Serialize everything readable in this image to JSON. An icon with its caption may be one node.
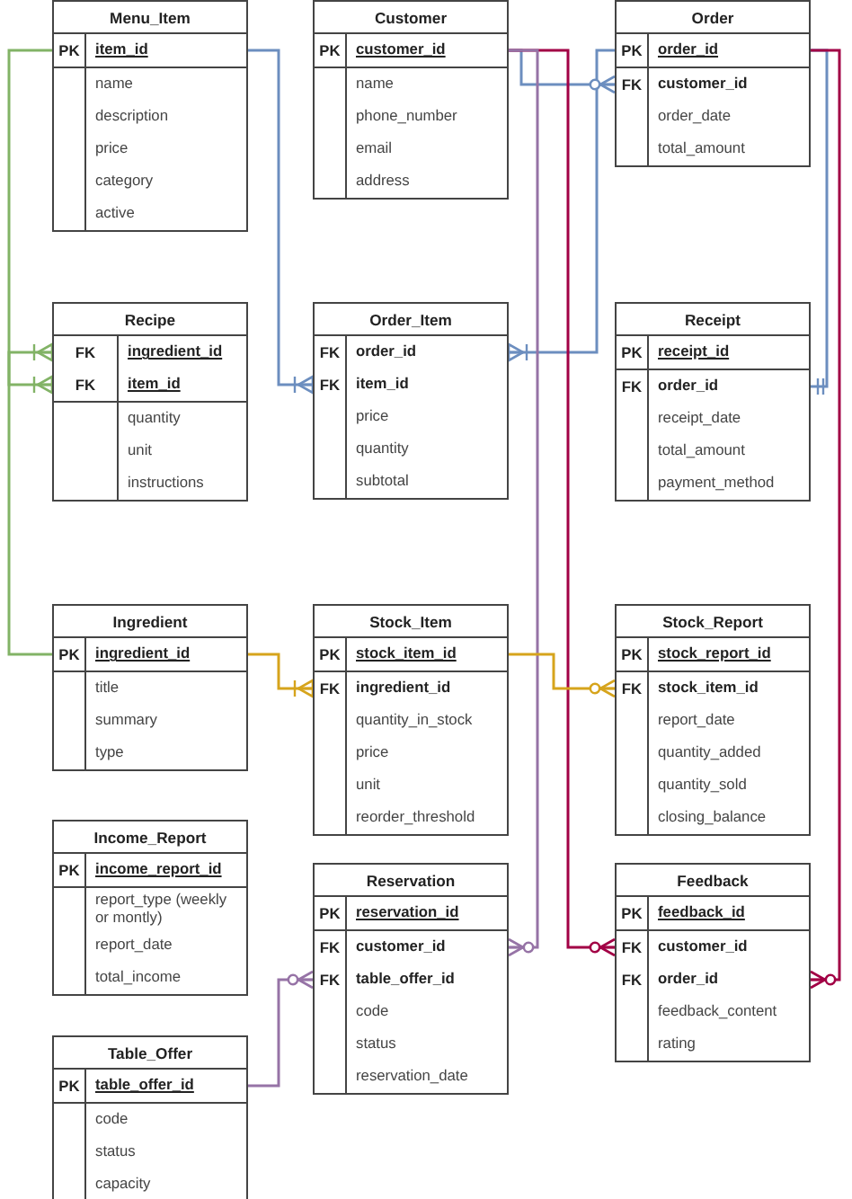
{
  "diagram": {
    "nodes": [
      {
        "text": [
          "Menu_Item",
          "PK",
          "item_id",
          "name",
          "description",
          "price",
          "category",
          "active"
        ]
      },
      {
        "text": [
          "Customer",
          "PK",
          "customer_id",
          "name",
          "phone_number",
          "email",
          "address"
        ]
      },
      {
        "text": [
          "Order",
          "PK",
          "order_id",
          "FK",
          "customer_id",
          "order_date",
          "total_amount"
        ]
      },
      {
        "text": [
          "Recipe",
          "FK",
          "ingredient_id",
          "FK",
          "item_id",
          "quantity",
          "unit",
          "instructions"
        ]
      },
      {
        "text": [
          "Order_Item",
          "FK",
          "order_id",
          "FK",
          "item_id",
          "price",
          "quantity",
          "subtotal"
        ]
      },
      {
        "text": [
          "Receipt",
          "PK",
          "receipt_id",
          "FK",
          "order_id",
          "receipt_date",
          "total_amount",
          "payment_method"
        ]
      },
      {
        "text": [
          "Ingredient",
          "PK",
          "ingredient_id",
          "title",
          "summary",
          "type"
        ]
      },
      {
        "text": [
          "Stock_Item",
          "PK",
          "stock_item_id",
          "FK",
          "ingredient_id",
          "quantity_in_stock",
          "price",
          "unit",
          "reorder_threshold"
        ]
      },
      {
        "text": [
          "Stock_Report",
          "PK",
          "stock_report_id",
          "FK",
          "stock_item_id",
          "report_date",
          "quantity_added",
          "quantity_sold",
          "closing_balance"
        ]
      },
      {
        "text": [
          "Income_Report",
          "PK",
          "income_report_id",
          "report_type (weekly or montly)",
          "report_date",
          "total_income"
        ]
      },
      {
        "text": [
          "Reservation",
          "PK",
          "reservation_id",
          "FK",
          "customer_id",
          "FK",
          "table_offer_id",
          "code",
          "status",
          "reservation_date"
        ]
      },
      {
        "text": [
          "Feedback",
          "PK",
          "feedback_id",
          "FK",
          "customer_id",
          "FK",
          "order_id",
          "feedback_content",
          "rating"
        ]
      },
      {
        "text": [
          "Table_Offer",
          "PK",
          "table_offer_id",
          "code",
          "status",
          "capacity"
        ]
      }
    ],
    "edges": [
      {
        "from": 0,
        "to": 3,
        "arrow": "other",
        "color": "#82b366"
      },
      {
        "from": 6,
        "to": 3,
        "arrow": "other",
        "color": "#82b366"
      },
      {
        "from": 0,
        "to": 4,
        "arrow": "other"
      },
      {
        "from": 2,
        "to": 4,
        "arrow": "other"
      },
      {
        "from": 1,
        "to": 2,
        "arrow": "other"
      },
      {
        "from": 1,
        "to": 11,
        "arrow": "other",
        "color": "#a20045"
      },
      {
        "from": 1,
        "to": 10,
        "arrow": "other",
        "color": "#9673a6"
      },
      {
        "from": 2,
        "to": 5,
        "arrow": "other"
      },
      {
        "from": 2,
        "to": 11,
        "arrow": "other",
        "color": "#a20045"
      },
      {
        "from": 6,
        "to": 7,
        "arrow": "other",
        "color": "#d6a41c"
      },
      {
        "from": 7,
        "to": 8,
        "arrow": "other",
        "color": "#d6a41c"
      },
      {
        "from": 12,
        "to": 10,
        "arrow": "other",
        "color": "#9673a6"
      }
    ]
  }
}
